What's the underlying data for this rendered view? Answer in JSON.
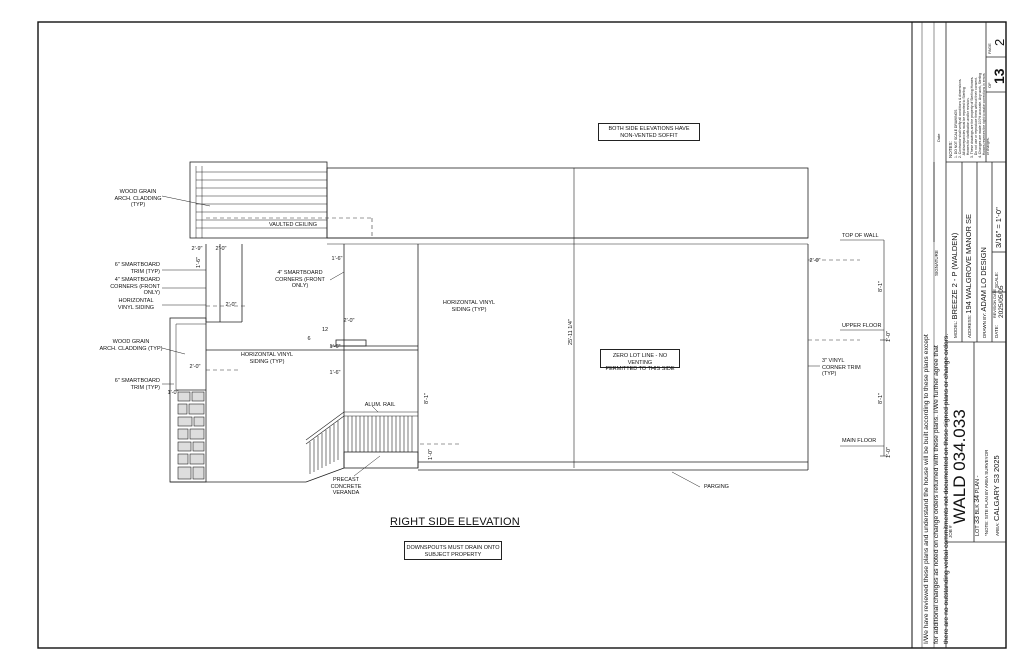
{
  "drawing": {
    "title": "RIGHT SIDE ELEVATION",
    "notes": {
      "soffit": "BOTH SIDE ELEVATIONS HAVE\nNON-VENTED SOFFIT",
      "zero_lot": "ZERO LOT LINE - NO VENTING\nPERMITTED TO THIS SIDE",
      "downspouts": "DOWNSPOUTS MUST DRAIN ONTO\nSUBJECT PROPERTY"
    },
    "labels": {
      "wood_grain_top": "WOOD GRAIN\nARCH. CLADDING (TYP)",
      "vaulted": "VAULTED CEILING",
      "trim_6_top": "6\" SMARTBOARD\nTRIM (TYP)",
      "corners_4_left": "4\" SMARTBOARD\nCORNERS (FRONT\nONLY)",
      "horiz_vinyl_left": "HORIZONTAL\nVINYL SIDING",
      "corners_4_mid": "4\" SMARTBOARD\nCORNERS (FRONT\nONLY)",
      "wood_grain_low": "WOOD GRAIN\nARCH. CLADDING (TYP)",
      "trim_6_low": "6\" SMARTBOARD\nTRIM (TYP)",
      "horiz_vinyl_mid": "HORIZONTAL VINYL\nSIDING (TYP)",
      "horiz_vinyl_main": "HORIZONTAL VINYL\nSIDING (TYP)",
      "alum_rail": "ALUM. RAIL",
      "precast": "PRECAST\nCONCRETE\nVERANDA",
      "parging": "PARGING",
      "top_wall": "TOP OF WALL",
      "upper_floor": "UPPER FLOOR",
      "main_floor": "MAIN FLOOR",
      "corner_trim": "3\" VINYL\nCORNER TRIM\n(TYP)"
    },
    "dims": {
      "d1": "2'-9\"",
      "d2": "2'-0\"",
      "d3": "1'-6\"",
      "d4": "2'-0\"",
      "d5": "2'-0\"",
      "d6": "2'-0\"",
      "d7": "1'-6\"",
      "d8": "1'-0\"",
      "d9": "1'-6\"",
      "d10": "2'-0\"",
      "pitch_run": "12",
      "pitch_rise": "6",
      "overall": "25'-11 1/4\"",
      "upper_h": "8'-1\"",
      "main_h": "8'-1\"",
      "floor_gap1": "1'-0\"",
      "floor_gap2": "1'-0\"",
      "porch_h": "8'-1\"",
      "r1": "1'-0\"",
      "r2": "1'-6\""
    }
  },
  "title_block": {
    "agreement": "I/We have reviewed these plans and understand the house will be built according to these plans except\nfor additional changes as noted on change orders returned with these plans. I/We further agree that\nthere are no outstanding verbal commitments not documented on these signed plans or change orders.",
    "signature_label": "SIGNATURE",
    "job_label": "JOB #",
    "job_number": "WALD 034.033",
    "lot_label": "LOT",
    "lot": "33",
    "blk_label": "BLK",
    "blk": "34",
    "plan_label": "PLAN",
    "plan": "-",
    "note_line": "*NOTE: SITE PLAN BY AREA SURVEYOR",
    "area_label": "AREA:",
    "area": "CALGARY S3 2025",
    "model_label": "MODEL:",
    "model": "BREEZE 2 - P (WALDEN)",
    "address_label": "ADDRESS:",
    "address": "194 WALGROVE MANOR SE",
    "drawn_label": "DRAWN BY:",
    "drawn_by": "ADAM LO DESIGN",
    "date_label": "DATE:",
    "revision_label": "REVISION DATE",
    "date": "2025/05/05",
    "scale_label": "SCALE:",
    "scale": "3/16\" = 1'-0\"",
    "notes_head": "NOTES:",
    "notes_list": "1. DO NOT SCALE DRAWINGS\n2. Contractor shall verify all conditions & dimensions.\n   All discrepancies must be reported to Sterling\n   Homes for clarification and/or revision.\n3. These drawings are the property of Sterling Homes.\n   Do not use or reproduce them without their consent.\n4. Changes are made 100% accurate. Any work, Sterling\n   Homes reserves the right to make corrections in errors\n   or changes.",
    "date_sig": "Date",
    "page_label": "PAGE",
    "page": "2",
    "of_label": "OF",
    "total": "13"
  }
}
